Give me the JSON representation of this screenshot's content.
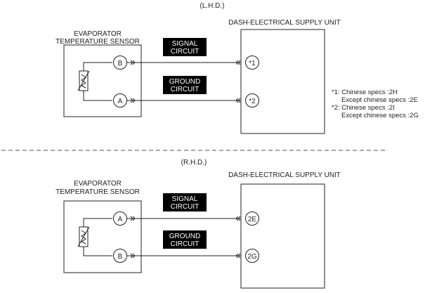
{
  "lhd": {
    "heading": "(L.H.D.)",
    "sensor_label_1": "EVAPORATOR",
    "sensor_label_2": "TEMPERATURE SENSOR",
    "unit_label": "DASH-ELECTRICAL SUPPLY UNIT",
    "sensor_pin_top": "B",
    "sensor_pin_bottom": "A",
    "unit_pin_top": "*1",
    "unit_pin_bottom": "*2",
    "signal_1": "SIGNAL",
    "signal_2": "CIRCUIT",
    "ground_1": "GROUND",
    "ground_2": "CIRCUIT"
  },
  "notes": {
    "n1": "*1: Chinese specs :2H",
    "n2": "Except chinese specs :2E",
    "n3": "*2: Chinese specs :2I",
    "n4": "Except chinese specs :2G"
  },
  "rhd": {
    "heading": "(R.H.D.)",
    "sensor_label_1": "EVAPORATOR",
    "sensor_label_2": "TEMPERATURE SENSOR",
    "unit_label": "DASH-ELECTRICAL SUPPLY UNIT",
    "sensor_pin_top": "A",
    "sensor_pin_bottom": "B",
    "unit_pin_top": "2E",
    "unit_pin_bottom": "2G",
    "signal_1": "SIGNAL",
    "signal_2": "CIRCUIT",
    "ground_1": "GROUND",
    "ground_2": "CIRCUIT"
  },
  "colors": {
    "line": "#222222",
    "label_box": "#000000",
    "divider": "#555555"
  }
}
